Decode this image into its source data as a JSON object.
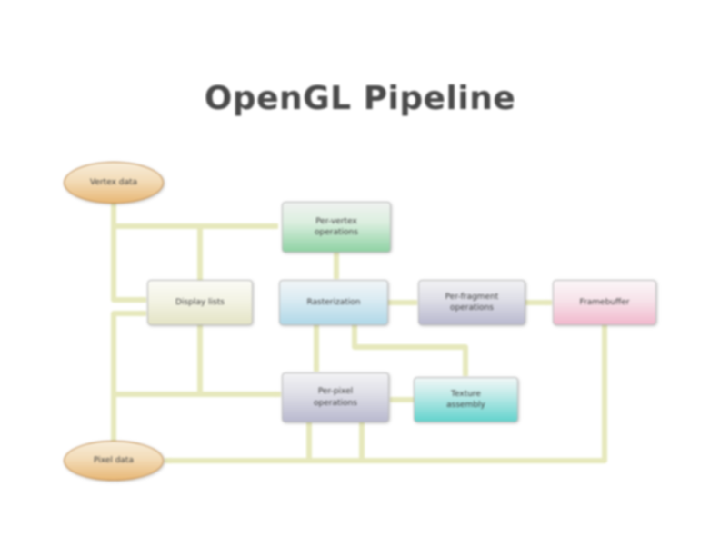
{
  "title": "OpenGL Pipeline",
  "diagram": {
    "type": "flowchart",
    "edge_color": "#e6e8bc",
    "nodes": [
      {
        "id": "vertex-data",
        "label": "Vertex data",
        "shape": "ellipse",
        "color": "#e8b877"
      },
      {
        "id": "pixel-data",
        "label": "Pixel data",
        "shape": "ellipse",
        "color": "#e8b877"
      },
      {
        "id": "display-lists",
        "label": "Display lists",
        "shape": "rectangle",
        "color": "#e4e4c6"
      },
      {
        "id": "per-vertex",
        "line1": "Per-vertex",
        "line2": "operations",
        "shape": "rectangle",
        "color": "#8fd2a4"
      },
      {
        "id": "rasterization",
        "label": "Rasterization",
        "shape": "rectangle",
        "color": "#b0d8e8"
      },
      {
        "id": "per-fragment",
        "line1": "Per-fragment",
        "line2": "operations",
        "shape": "rectangle",
        "color": "#b9b9cf"
      },
      {
        "id": "framebuffer",
        "label": "Framebuffer",
        "shape": "rectangle",
        "color": "#f1b9cd"
      },
      {
        "id": "per-pixel",
        "line1": "Per-pixel",
        "line2": "operations",
        "shape": "rectangle",
        "color": "#b9b9cf"
      },
      {
        "id": "texture-assembly",
        "line1": "Texture",
        "line2": "assembly",
        "shape": "rectangle",
        "color": "#63d3cd"
      }
    ],
    "edges": [
      {
        "from": "vertex-data",
        "to": "per-vertex"
      },
      {
        "from": "vertex-data",
        "to": "display-lists"
      },
      {
        "from": "display-lists",
        "to": "per-vertex"
      },
      {
        "from": "display-lists",
        "to": "per-pixel"
      },
      {
        "from": "per-vertex",
        "to": "rasterization"
      },
      {
        "from": "rasterization",
        "to": "per-fragment"
      },
      {
        "from": "per-fragment",
        "to": "framebuffer"
      },
      {
        "from": "rasterization",
        "to": "per-pixel"
      },
      {
        "from": "rasterization",
        "to": "texture-assembly"
      },
      {
        "from": "texture-assembly",
        "to": "per-pixel"
      },
      {
        "from": "pixel-data",
        "to": "display-lists"
      },
      {
        "from": "pixel-data",
        "to": "per-pixel"
      },
      {
        "from": "per-pixel",
        "to": "pixel-data"
      },
      {
        "from": "framebuffer",
        "to": "pixel-data"
      }
    ]
  }
}
